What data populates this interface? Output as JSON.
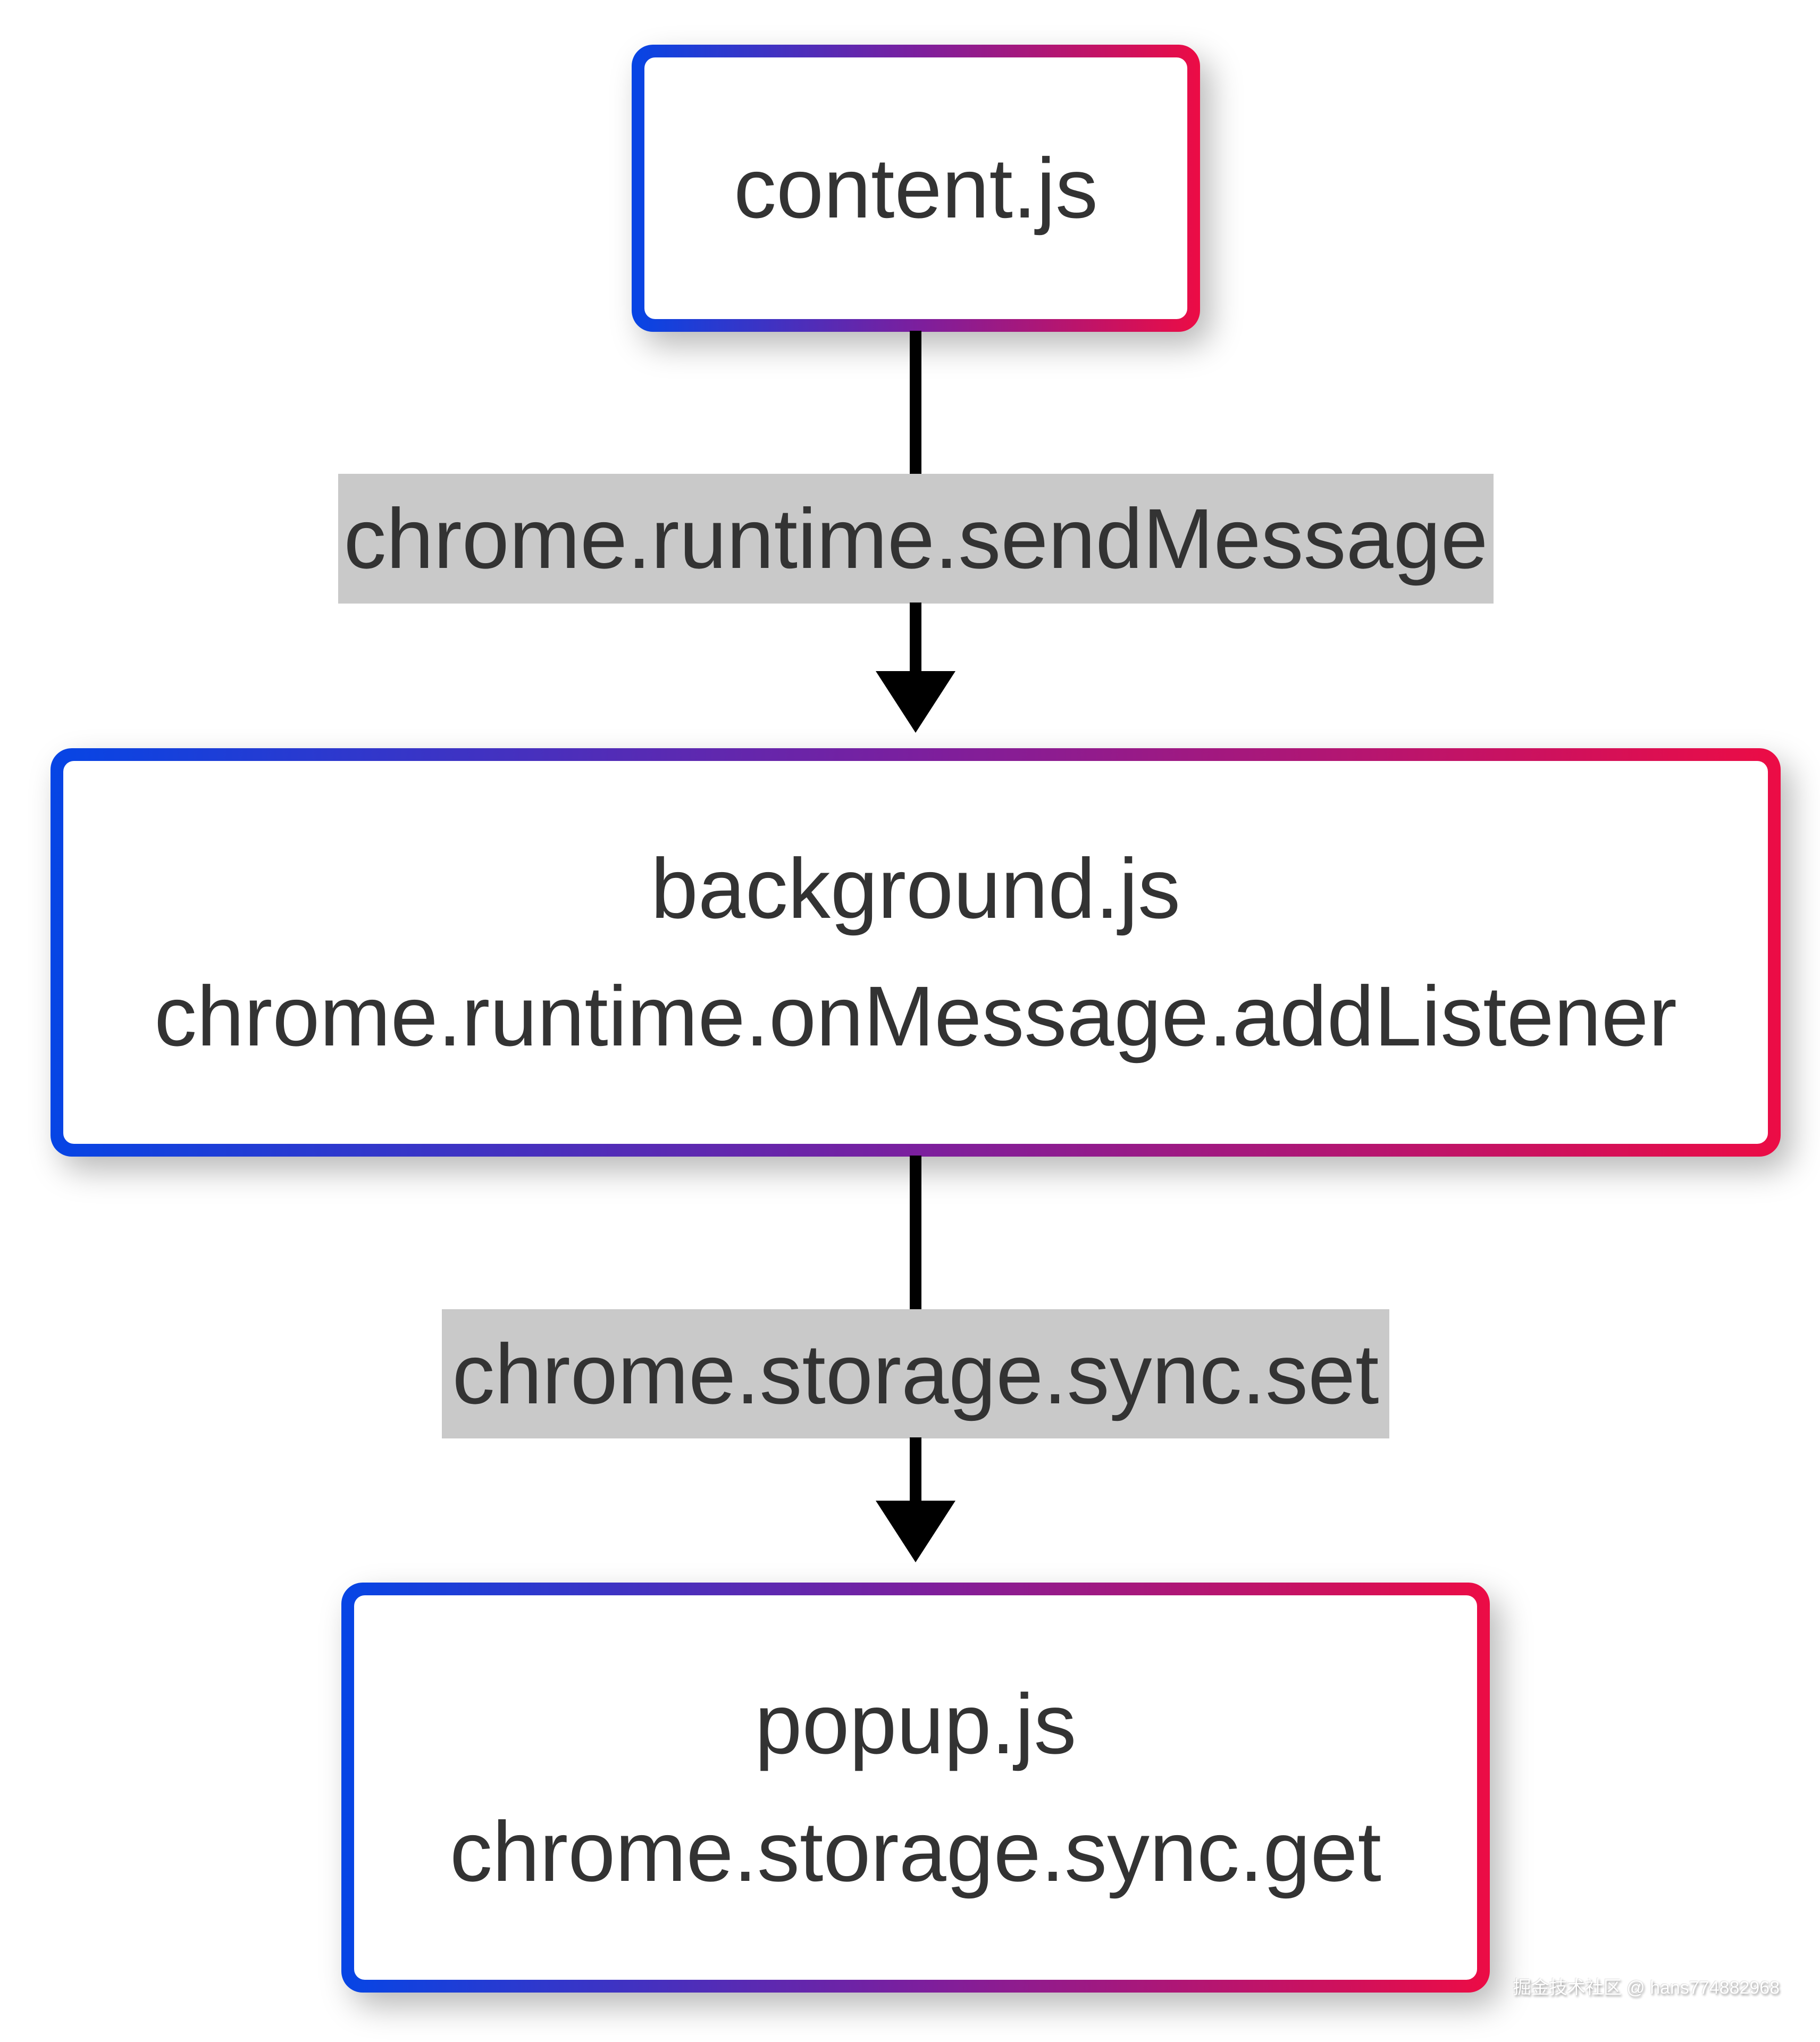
{
  "diagram": {
    "nodes": [
      {
        "id": "content-js",
        "lines": [
          "content.js"
        ]
      },
      {
        "id": "background-js",
        "lines": [
          "background.js",
          "chrome.runtime.onMessage.addListener"
        ]
      },
      {
        "id": "popup-js",
        "lines": [
          "popup.js",
          "chrome.storage.sync.get"
        ]
      }
    ],
    "edges": [
      {
        "from": "content-js",
        "to": "background-js",
        "label": "chrome.runtime.sendMessage"
      },
      {
        "from": "background-js",
        "to": "popup-js",
        "label": "chrome.storage.sync.set"
      }
    ],
    "colors": {
      "gradient_start": "#0645e5",
      "gradient_mid": "#7b1f9e",
      "gradient_end": "#ec0c45",
      "label_bg": "#c9c9c9",
      "text": "#333333",
      "arrow": "#000000",
      "background": "#ffffff"
    }
  },
  "watermark": {
    "text": "掘金技术社区 @ hans774882968"
  }
}
